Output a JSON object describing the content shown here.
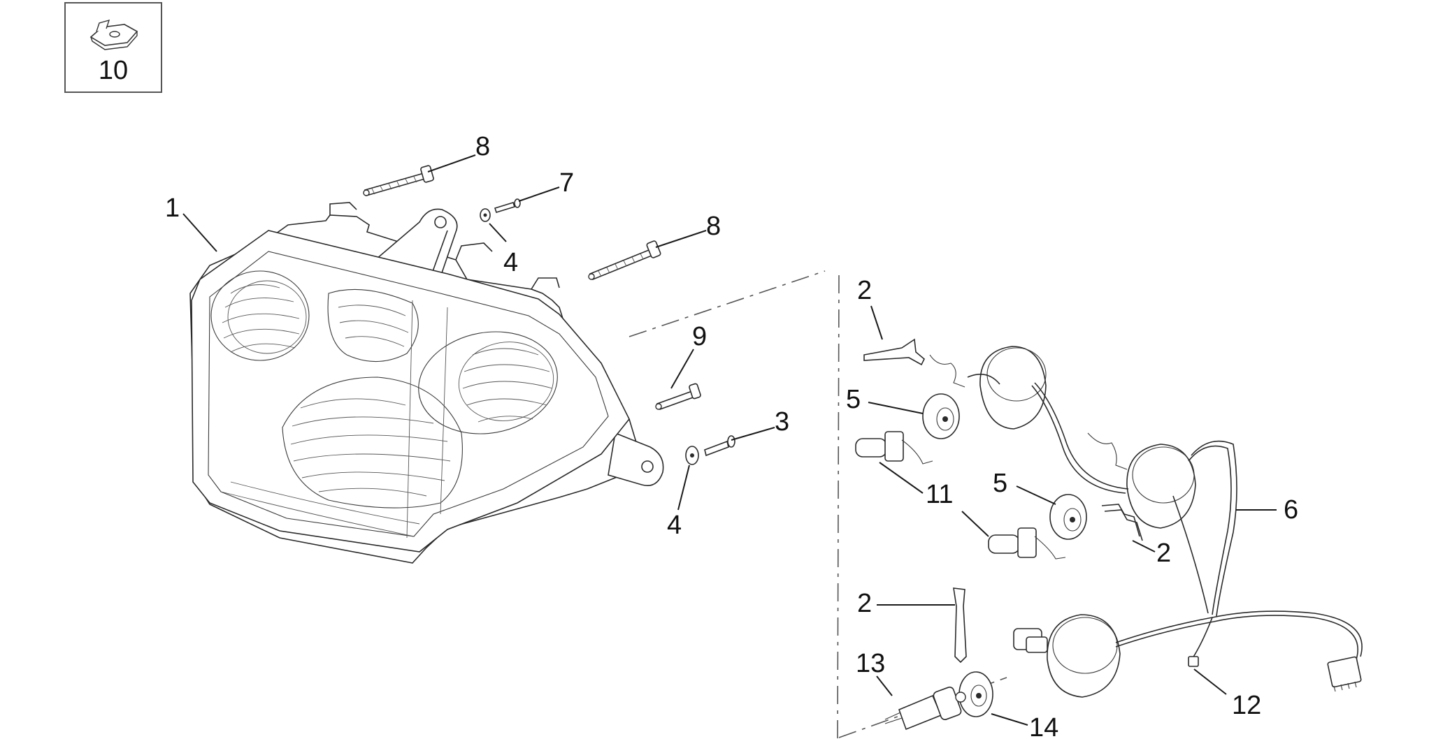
{
  "inset": {
    "number": "10",
    "icon": "clip-nut-icon"
  },
  "callouts": {
    "c1": "1",
    "c2a": "2",
    "c2b": "2",
    "c2c": "2",
    "c3": "3",
    "c4a": "4",
    "c4b": "4",
    "c5a": "5",
    "c5b": "5",
    "c6": "6",
    "c7": "7",
    "c8a": "8",
    "c8b": "8",
    "c9": "9",
    "c11": "11",
    "c12": "12",
    "c13": "13",
    "c14": "14"
  }
}
